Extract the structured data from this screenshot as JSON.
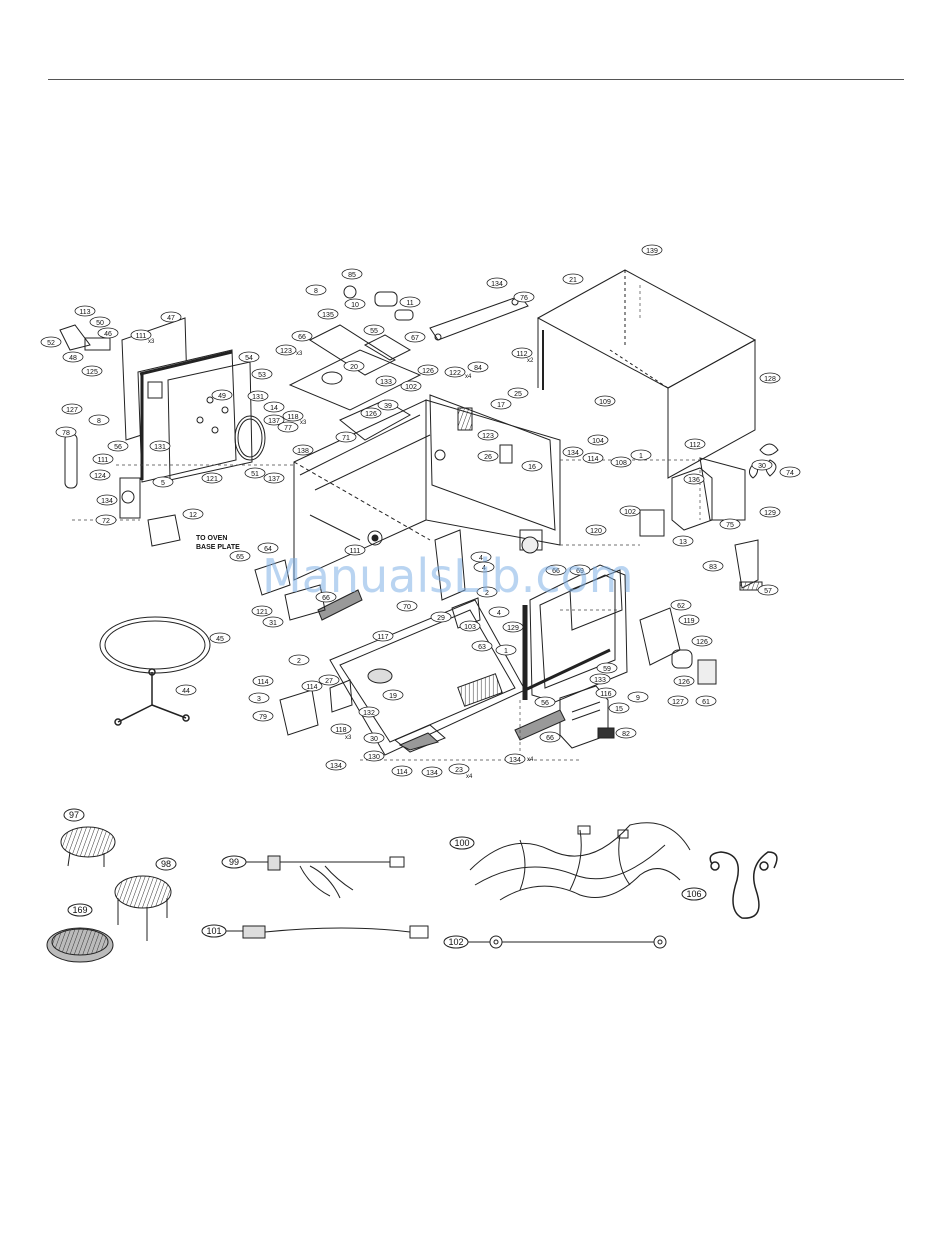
{
  "watermark": "ManualsLib.com",
  "note_line1": "TO OVEN",
  "note_line2": "BASE PLATE",
  "callouts_main": [
    "139",
    "21",
    "134",
    "76",
    "85",
    "8",
    "10",
    "11",
    "135",
    "55",
    "67",
    "123",
    "x3",
    "66",
    "20",
    "133",
    "122",
    "x4",
    "84",
    "112",
    "x2",
    "102",
    "126",
    "25",
    "109",
    "128",
    "113",
    "50",
    "46",
    "52",
    "48",
    "125",
    "47",
    "111",
    "x3",
    "54",
    "53",
    "127",
    "8",
    "49",
    "131",
    "14",
    "137",
    "77",
    "118",
    "x3",
    "78",
    "56",
    "131",
    "5",
    "121",
    "51",
    "137",
    "138",
    "71",
    "39",
    "126",
    "17",
    "123",
    "26",
    "16",
    "134",
    "114",
    "104",
    "108",
    "1",
    "112",
    "136",
    "30",
    "74",
    "111",
    "124",
    "134",
    "72",
    "12",
    "120",
    "102",
    "13",
    "75",
    "129",
    "65",
    "64",
    "111",
    "4",
    "4",
    "66",
    "69",
    "83",
    "57",
    "121",
    "31",
    "66",
    "70",
    "29",
    "103",
    "2",
    "4",
    "62",
    "119",
    "126",
    "117",
    "129",
    "1",
    "63",
    "59",
    "61",
    "127",
    "9",
    "126",
    "45",
    "44",
    "114",
    "2",
    "3",
    "79",
    "114",
    "27",
    "132",
    "118",
    "x3",
    "19",
    "30",
    "116",
    "133",
    "15",
    "56",
    "66",
    "82",
    "134",
    "130",
    "114",
    "134",
    "23",
    "x4",
    "134",
    "x4"
  ],
  "parts_bottom": {
    "rack_97": "97",
    "rack_98": "98",
    "rack_169": "169",
    "wire_99": "99",
    "harness_100": "100",
    "cord_101": "101",
    "wire_102": "102",
    "clip_106": "106"
  }
}
